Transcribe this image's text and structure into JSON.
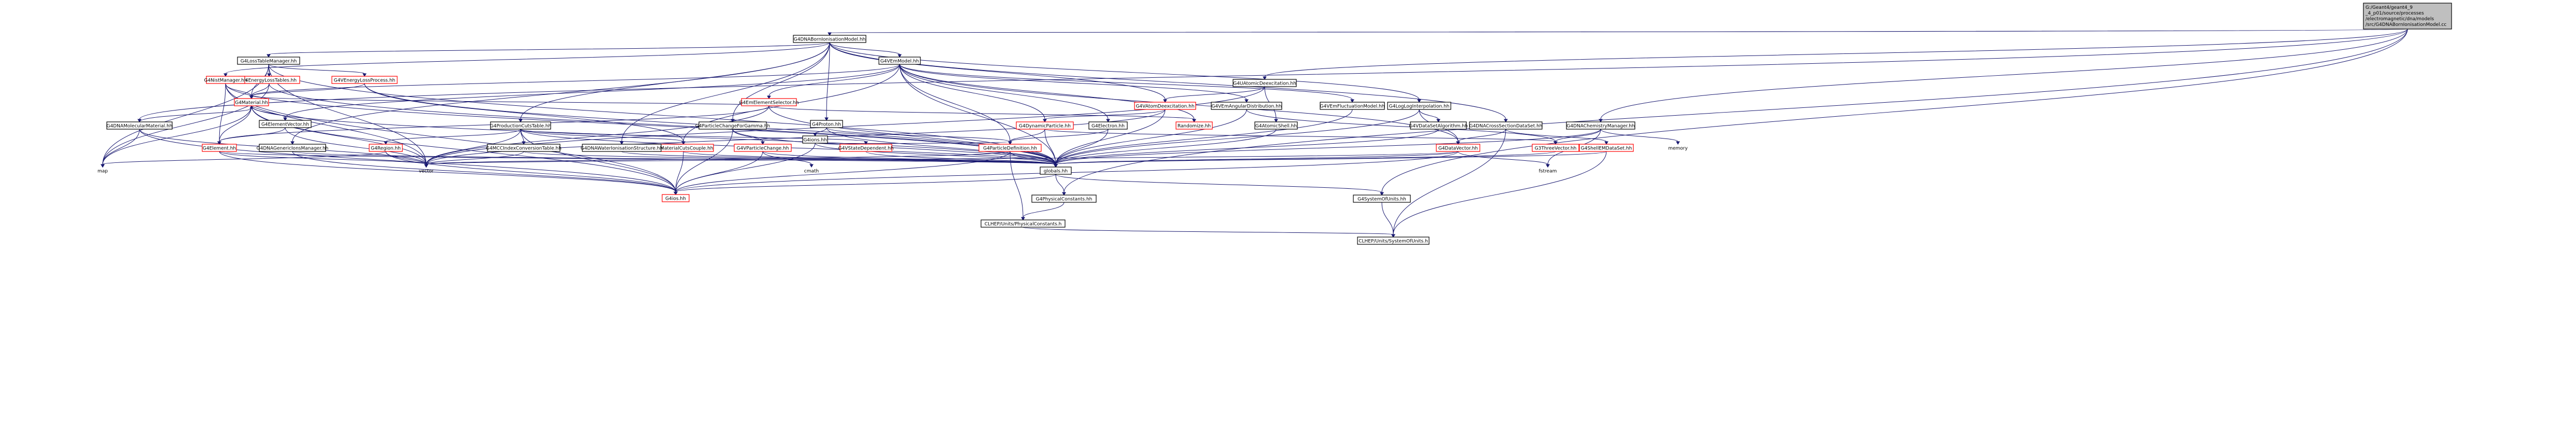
{
  "root": {
    "label_lines": [
      "G:/Geant4/geant4_9",
      "_4_p01/source/processes",
      "/electromagnetic/dna/models",
      "/src/G4DNABornIonisationModel.cc"
    ]
  },
  "nodes": {
    "bornmodel": "G4DNABornIonisationModel.hh",
    "vemmodel": "G4VEmModel.hh",
    "losstablemanager": "G4LossTableManager.hh",
    "energylosstables": "G4EnergyLossTables.hh",
    "venergylossprocess": "G4VEnergyLossProcess.hh",
    "nistmanager": "G4NistManager.hh",
    "material": "G4Material.hh",
    "elementvector": "G4ElementVector.hh",
    "element": "G4Element.hh",
    "dnamolecularmaterial": "G4DNAMolecularMaterial.hh",
    "dnagenericionsmanager": "G4DNAGenericIonsManager.hh",
    "productioncutstable": "G4ProductionCutsTable.hh",
    "mccindex": "G4MCCIndexConversionTable.hh",
    "region": "G4Region.hh",
    "materialcutscouple": "G4MaterialCutsCouple.hh",
    "dnawaterstructure": "G4DNAWaterIonisationStructure.hh",
    "particlechangegamma": "G4ParticleChangeForGamma.hh",
    "vparticlechange": "G4VParticleChange.hh",
    "emelementselector": "G4EmElementSelector.hh",
    "proton": "G4Proton.hh",
    "ions": "G4ions.hh",
    "vstatedependent": "G4VStateDependent.hh",
    "particledefinition": "G4ParticleDefinition.hh",
    "dynamicparticle": "G4DynamicParticle.hh",
    "electron": "G4Electron.hh",
    "vatomdeexcitation": "G4VAtomDeexcitation.hh",
    "randomize": "Randomize.hh",
    "vemangulardistribution": "G4VEmAngularDistribution.hh",
    "atomicshell": "G4AtomicShell.hh",
    "vemfluctuationmodel": "G4VEmFluctuationModel.hh",
    "uatomicdeexcitation": "G4UAtomicDeexcitation.hh",
    "logloginterpolation": "G4LogLogInterpolation.hh",
    "vdatasetalgorithm": "G4VDataSetAlgorithm.hh",
    "dnacrosssectiondataset": "G4DNACrossSectionDataSet.hh",
    "dnachemistrymanager": "G4DNAChemistryManager.hh",
    "shellemdataset": "G4ShellEMDataSet.hh",
    "dataset": "G4DataVector.hh",
    "threevector": "G3ThreeVector.hh",
    "globals": "globals.hh",
    "ios": "G4ios.hh",
    "physicalconstants": "G4PhysicalConstants.hh",
    "systemofunits": "G4SystemOfUnits.hh",
    "clhepphysconst": "CLHEP/Units/PhysicalConstants.h",
    "clhepunits": "CLHEP/Units/SystemOfUnits.h",
    "map": "map",
    "vector": "vector",
    "cmath": "cmath",
    "fstream": "fstream",
    "memory": "memory"
  }
}
